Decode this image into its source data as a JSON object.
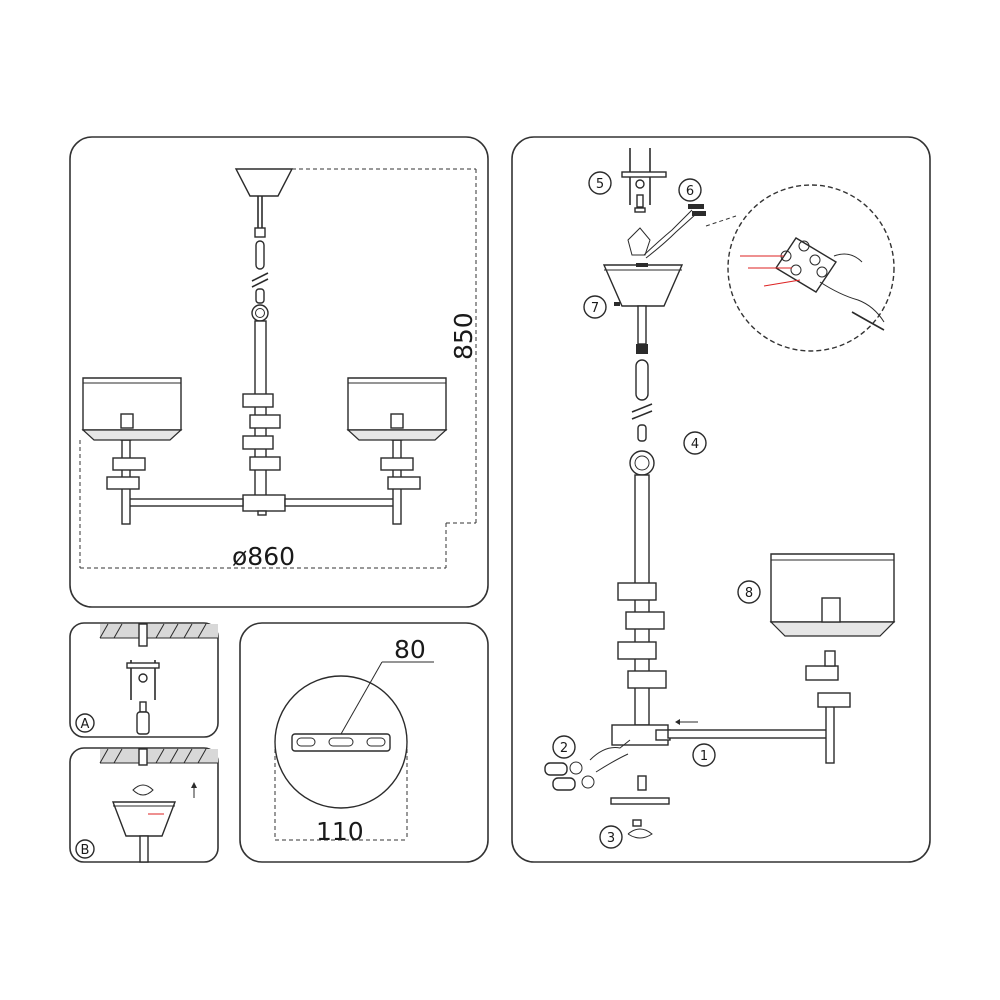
{
  "dimensions": {
    "height": "850",
    "diameter": "ø860",
    "canopy_width": "110",
    "canopy_bracket": "80"
  },
  "callouts": [
    "1",
    "2",
    "3",
    "4",
    "5",
    "6",
    "7",
    "8"
  ],
  "step_labels": [
    "A",
    "B"
  ],
  "colors": {
    "line": "#2b2b2b",
    "wire_red": "#dd2222",
    "panel_border": "#333333"
  }
}
